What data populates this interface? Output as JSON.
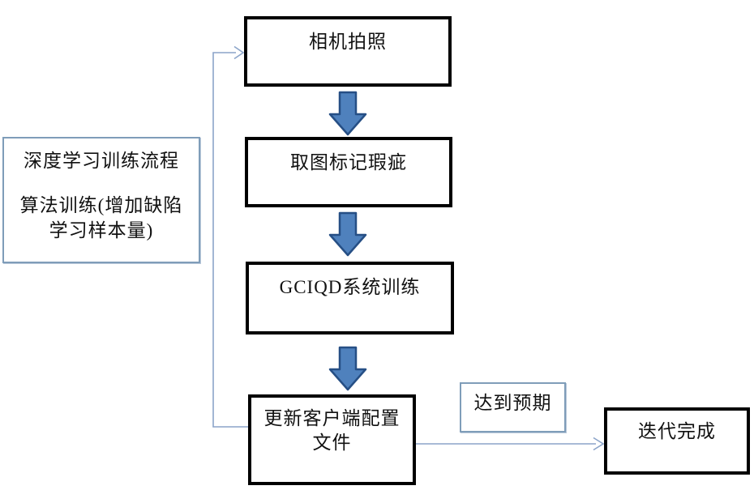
{
  "diagram": {
    "nodes": {
      "camera": {
        "label": "相机拍照"
      },
      "mark": {
        "label": "取图标记瑕疵"
      },
      "train": {
        "label": "GCIQD系统训练"
      },
      "update": {
        "line1": "更新客户端配置",
        "line2": "文件"
      },
      "done": {
        "label": "迭代完成"
      }
    },
    "note": {
      "line1": "深度学习训练流程",
      "line2": "算法训练(增加缺陷",
      "line3": "学习样本量)"
    },
    "condition": {
      "label": "达到预期"
    },
    "colors": {
      "background": "#ffffff",
      "flow_box_border": "#000000",
      "note_box_border": "#7f9db9",
      "block_arrow_fill": "#4f81bd",
      "block_arrow_stroke": "#264f85",
      "connector_line": "#8ba4c9",
      "text": "#111111"
    }
  }
}
